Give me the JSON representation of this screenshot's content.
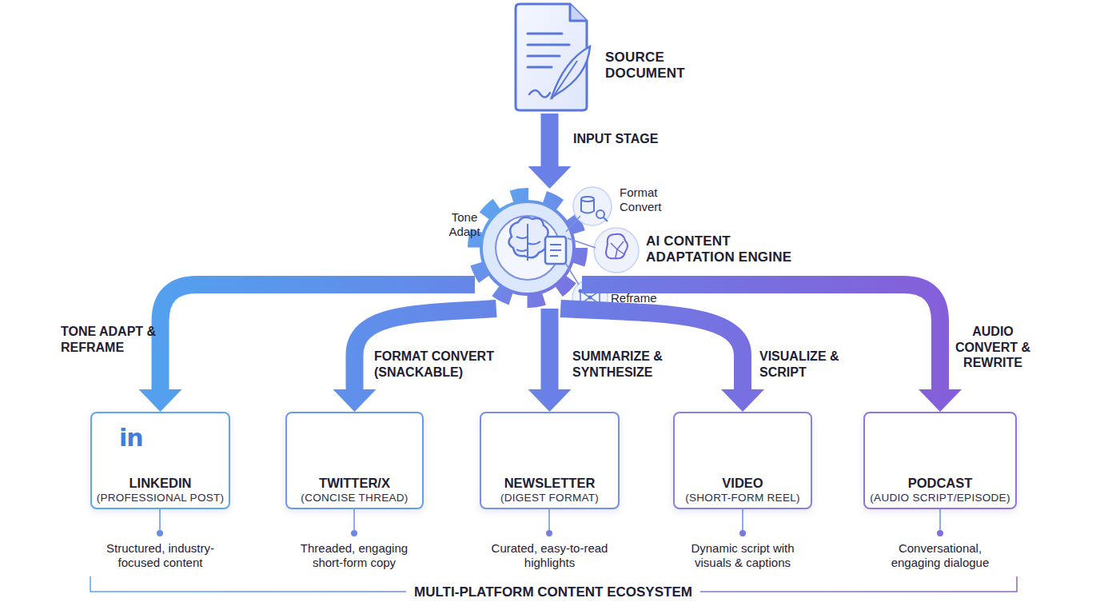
{
  "diagram": {
    "nodes": [
      {
        "text": [
          "SOURCE DOCUMENT"
        ]
      },
      {
        "text": [
          "AI CONTENT ADAPTATION ENGINE"
        ]
      },
      {
        "text": [
          "LINKEDIN",
          "(PROFESSIONAL POST)"
        ]
      },
      {
        "text": [
          "TWITTER/X",
          "(CONCISE THREAD)"
        ]
      },
      {
        "text": [
          "NEWSLETTER",
          "(DIGEST FORMAT)"
        ]
      },
      {
        "text": [
          "VIDEO",
          "(SHORT-FORM REEL)"
        ]
      },
      {
        "text": [
          "PODCAST",
          "(AUDIO SCRIPT/EPISODE)"
        ]
      }
    ],
    "edges": [
      {
        "from": 0,
        "to": 1,
        "label": "INPUT STAGE",
        "arrow": "to"
      },
      {
        "from": 1,
        "to": 2,
        "label": "TONE ADAPT & REFRAME",
        "arrow": "to"
      },
      {
        "from": 1,
        "to": 3,
        "label": "FORMAT CONVERT (SNACKABLE)",
        "arrow": "to"
      },
      {
        "from": 1,
        "to": 4,
        "label": "SUMMARIZE & SYNTHESIZE",
        "arrow": "to"
      },
      {
        "from": 1,
        "to": 5,
        "label": "VISUALIZE & SCRIPT",
        "arrow": "to"
      },
      {
        "from": 1,
        "to": 6,
        "label": "AUDIO CONVERT & REWRITE",
        "arrow": "to"
      }
    ],
    "labels": [
      "Tone Adapt",
      "Format Convert",
      "Reframe",
      "in",
      "Structured, industry-focused content",
      "Threaded, engaging short-form copy",
      "Curated, easy-to-read highlights",
      "Dynamic script with visuals & captions",
      "Conversational, engaging dialogue",
      "MULTI-PLATFORM CONTENT ECOSYSTEM"
    ]
  }
}
